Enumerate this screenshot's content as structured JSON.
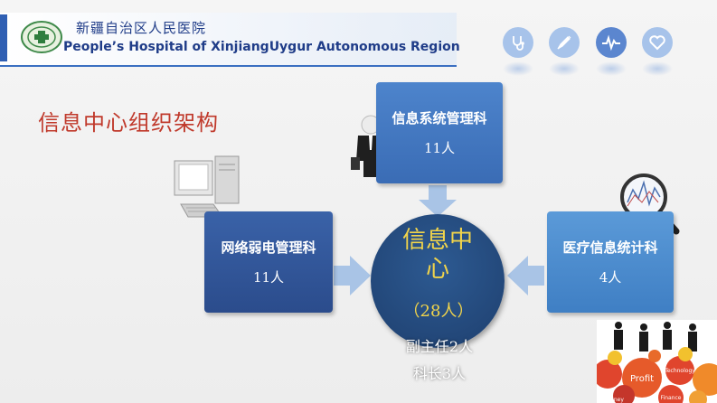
{
  "header": {
    "hospital_cn": "新疆自治区人民医院",
    "hospital_en": "People’s Hospital of XinjiangUygur Autonomous Region",
    "icons": [
      "stethoscope-icon",
      "syringe-icon",
      "heartbeat-icon",
      "heart-icon"
    ]
  },
  "title": "信息中心组织架构",
  "center": {
    "name": "信息中心",
    "total": "（28人）",
    "line1": "副主任2人",
    "line2": "科长3人"
  },
  "departments": {
    "top": {
      "name": "信息系统管理科",
      "count": "11人"
    },
    "left": {
      "name": "网络弱电管理科",
      "count": "11人"
    },
    "right": {
      "name": "医疗信息统计科",
      "count": "4人"
    }
  },
  "photo_labels": {
    "profit": "Profit",
    "technology": "Technology",
    "finance": "Finance",
    "money": "Money"
  },
  "colors": {
    "accent_blue": "#3a6cb5",
    "title_red": "#c0392b",
    "center_gold": "#f1d44b"
  }
}
